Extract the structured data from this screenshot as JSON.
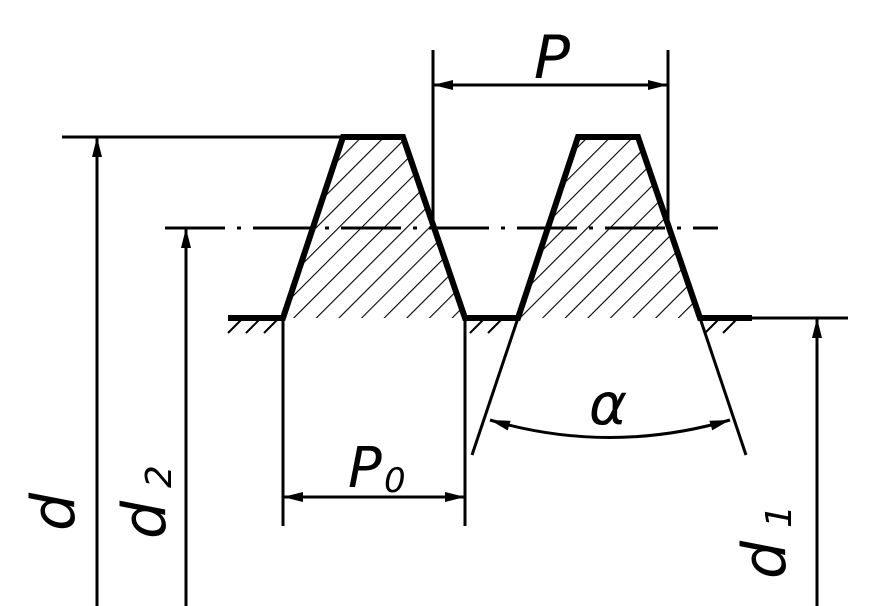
{
  "labels": {
    "pitch": "P",
    "width": "P",
    "width_sub": "0",
    "angle": "α",
    "major_diameter": "d",
    "pitch_diameter": "d",
    "pitch_diameter_sub": "2",
    "minor_diameter": "d",
    "minor_diameter_sub": "1"
  },
  "colors": {
    "stroke": "#000000",
    "background": "#ffffff"
  }
}
